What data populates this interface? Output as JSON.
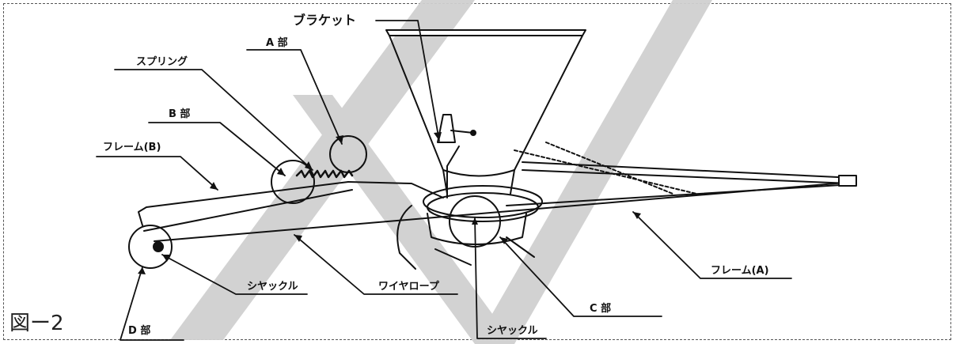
{
  "figure_number": "図ー2",
  "labels": {
    "bracket": "ブラケット",
    "part_a": "A 部",
    "spring": "スプリング",
    "part_b": "B 部",
    "frame_b": "フレーム(B)",
    "shackle_left": "シヤックル",
    "wire_rope": "ワイヤロープ",
    "part_c": "C 部",
    "frame_a": "フレーム(A)",
    "shackle_bottom": "シヤックル",
    "part_d": "D 部"
  },
  "colors": {
    "ink": "#111111",
    "watermark": "#d0d0d0"
  }
}
